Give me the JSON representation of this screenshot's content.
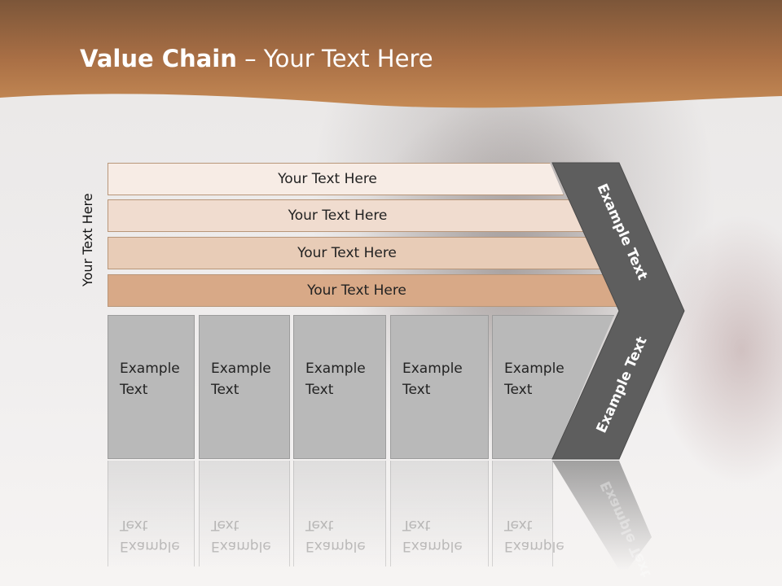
{
  "title": {
    "bold": "Value Chain",
    "rest": " – Your Text Here"
  },
  "side_label": "Your Text Here",
  "bars": [
    {
      "label": "Your Text Here",
      "color": "#f7ece5"
    },
    {
      "label": "Your Text Here",
      "color": "#f0dccf"
    },
    {
      "label": "Your Text Here",
      "color": "#e8ccb7"
    },
    {
      "label": "Your Text Here",
      "color": "#d8a987"
    }
  ],
  "boxes": [
    {
      "line1": "Example",
      "line2": "Text"
    },
    {
      "line1": "Example",
      "line2": "Text"
    },
    {
      "line1": "Example",
      "line2": "Text"
    },
    {
      "line1": "Example",
      "line2": "Text"
    },
    {
      "line1": "Example",
      "line2": "Text"
    }
  ],
  "chevron": {
    "upper_text": "Example Text",
    "lower_text": "Example Text",
    "color": "#5e5e5e"
  },
  "colors": {
    "header_top": "#7a5538",
    "header_bottom": "#c08550",
    "box": "#b9b9b9"
  }
}
